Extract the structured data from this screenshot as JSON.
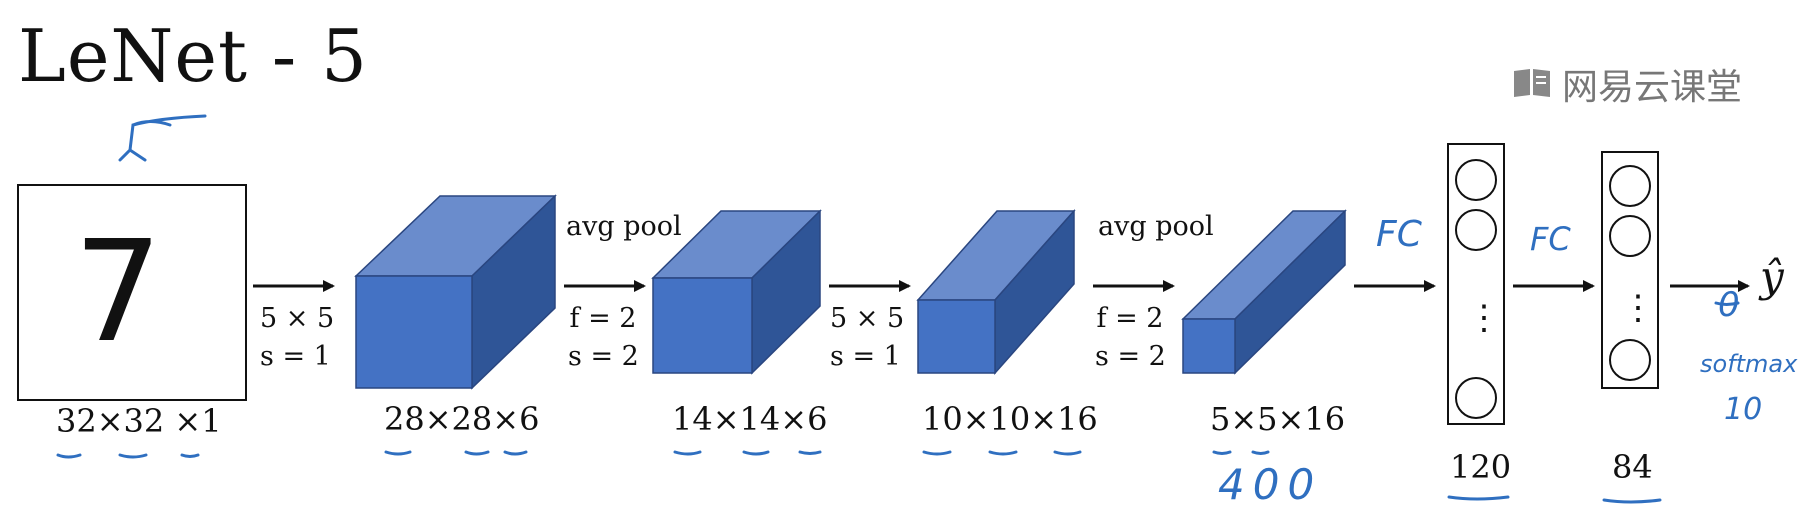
{
  "title": "LeNet - 5",
  "watermark": {
    "text": "网易云课堂",
    "icon": "book-logo-icon"
  },
  "input": {
    "digit": "7",
    "dims": "32×32 ×1"
  },
  "layers": [
    {
      "dims": "28×28×6"
    },
    {
      "dims": "14×14×6"
    },
    {
      "dims": "10×10×16"
    },
    {
      "dims": "5×5×16"
    }
  ],
  "operations": [
    {
      "line1": "5 × 5",
      "line2": "s = 1"
    },
    {
      "caption": "avg pool",
      "line1": "f = 2",
      "line2": "s = 2"
    },
    {
      "line1": "5 × 5",
      "line2": "s = 1"
    },
    {
      "caption": "avg pool",
      "line1": "f = 2",
      "line2": "s = 2"
    }
  ],
  "fc_layers": [
    {
      "label": "120",
      "dots": "⋮"
    },
    {
      "label": "84",
      "dots": "⋮"
    }
  ],
  "output": {
    "symbol": "ŷ"
  },
  "annotations": {
    "flatten": "400",
    "fc1": "FC",
    "fc2": "FC",
    "out_zero": "0",
    "softmax": "softmax",
    "classes": "10"
  },
  "colors": {
    "cube_front": "#4472c4",
    "cube_top": "#6a8ccc",
    "cube_side": "#2f5597",
    "cube_edge": "#2a4680",
    "handwriting": "#2f6fc0"
  }
}
